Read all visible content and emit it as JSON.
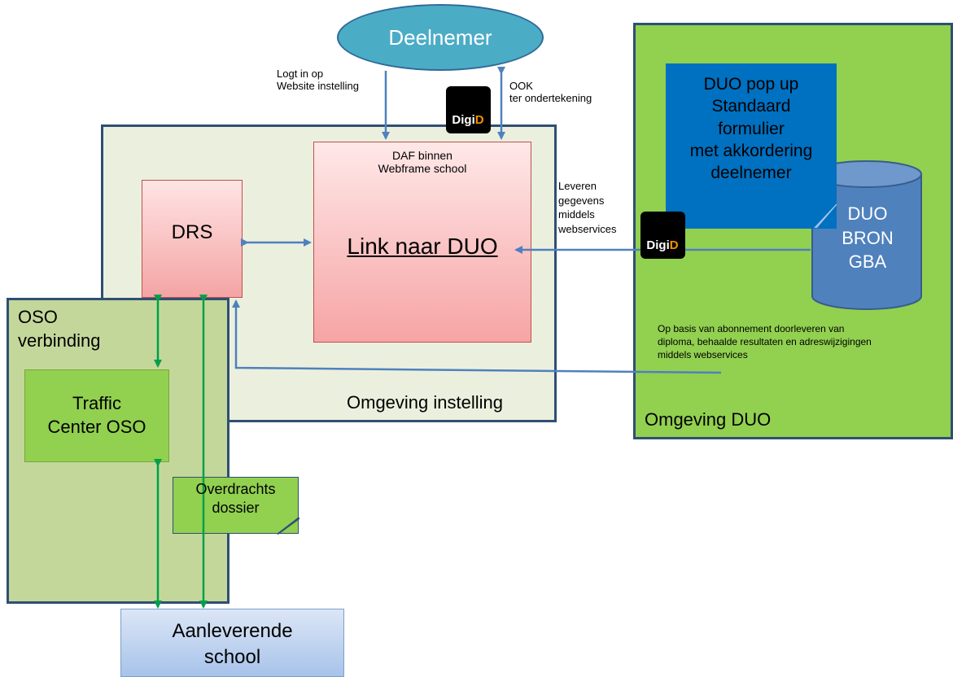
{
  "deelnemer": "Deelnemer",
  "logt_in": [
    "Logt in op",
    "Website  instelling"
  ],
  "ook": [
    "OOK",
    "ter ondertekening"
  ],
  "daf_title": [
    "DAF binnen",
    "Webframe school"
  ],
  "link": "Link naar DUO",
  "drs": "DRS",
  "leveren": [
    "Leveren",
    "gegevens",
    "middels",
    "webservices"
  ],
  "popup": [
    "DUO pop up",
    "Standaard",
    "formulier",
    "met akkordering",
    "deelnemer"
  ],
  "db": [
    "DUO",
    "BRON",
    "GBA"
  ],
  "abonnement": [
    "Op basis van abonnement doorleveren van",
    "diploma, behaalde resultaten en adreswijzigingen",
    "middels webservices"
  ],
  "omgeving_instelling": "Omgeving instelling",
  "omgeving_duo": "Omgeving DUO",
  "oso": [
    "OSO",
    "verbinding"
  ],
  "traffic": [
    "Traffic",
    "Center OSO"
  ],
  "overdracht": [
    "Overdrachts",
    "dossier"
  ],
  "aanleverende": [
    "Aanleverende",
    "school"
  ],
  "digid_label": "DigiD",
  "colors": {
    "instelling_bg": "#ebf0de",
    "duo_bg": "#92d050",
    "oso_bg": "#c4d79b",
    "border": "#2f4f73",
    "arrow_blue": "#4f81bd",
    "arrow_green": "#00a04a",
    "popup": "#0070c0",
    "cylinder": "#4f81bd"
  }
}
